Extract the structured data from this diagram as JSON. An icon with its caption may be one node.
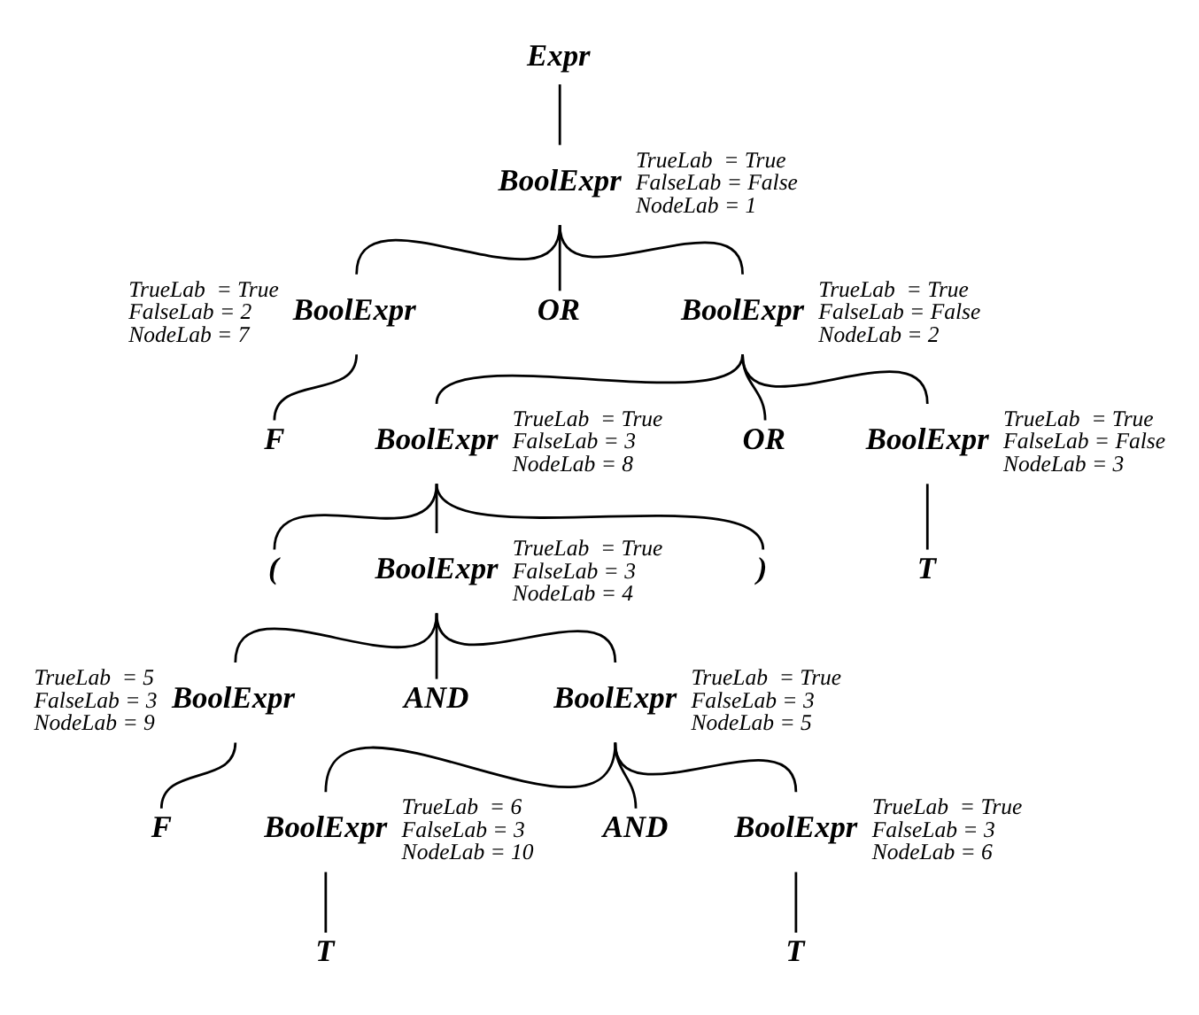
{
  "diagram": {
    "nodes": [
      {
        "text": [
          "Expr"
        ]
      },
      {
        "text": [
          "BoolExpr"
        ],
        "beside": [
          "TrueLab  = True",
          "FalseLab = False",
          "NodeLab = 1"
        ]
      },
      {
        "text": [
          "BoolExpr"
        ],
        "beside": [
          "TrueLab  = True",
          "FalseLab = 2",
          "NodeLab = 7"
        ]
      },
      {
        "text": [
          "OR"
        ]
      },
      {
        "text": [
          "BoolExpr"
        ],
        "beside": [
          "TrueLab  = True",
          "FalseLab = False",
          "NodeLab = 2"
        ]
      },
      {
        "text": [
          "F"
        ]
      },
      {
        "text": [
          "OR"
        ]
      },
      {
        "text": [
          "BoolExpr"
        ],
        "beside": [
          "TrueLab  = True",
          "FalseLab = 3",
          "NodeLab = 8"
        ]
      },
      {
        "text": [
          "BoolExpr"
        ],
        "beside": [
          "TrueLab  = True",
          "FalseLab = False",
          "NodeLab = 3"
        ]
      },
      {
        "text": [
          "("
        ]
      },
      {
        "text": [
          ")"
        ]
      },
      {
        "text": [
          "T"
        ]
      },
      {
        "text": [
          "BoolExpr"
        ],
        "beside": [
          "TrueLab  = True",
          "FalseLab = 3",
          "NodeLab = 4"
        ]
      },
      {
        "text": [
          "AND"
        ]
      },
      {
        "text": [
          "BoolExpr"
        ],
        "beside": [
          "TrueLab  = 5",
          "FalseLab = 3",
          "NodeLab = 9"
        ]
      },
      {
        "text": [
          "BoolExpr"
        ],
        "beside": [
          "TrueLab  = True",
          "FalseLab = 3",
          "NodeLab = 5"
        ]
      },
      {
        "text": [
          "F"
        ]
      },
      {
        "text": [
          "AND"
        ]
      },
      {
        "text": [
          "BoolExpr"
        ],
        "beside": [
          "TrueLab  = 6",
          "FalseLab = 3",
          "NodeLab = 10"
        ]
      },
      {
        "text": [
          "BoolExpr"
        ],
        "beside": [
          "TrueLab  = True",
          "FalseLab = 3",
          "NodeLab = 6"
        ]
      },
      {
        "text": [
          "T"
        ]
      },
      {
        "text": [
          "T"
        ]
      }
    ],
    "edges": [
      {
        "from": 0,
        "to": 1,
        "arrow": "none"
      },
      {
        "from": 1,
        "to": 2,
        "arrow": "none"
      },
      {
        "from": 1,
        "to": 3,
        "arrow": "none"
      },
      {
        "from": 1,
        "to": 4,
        "arrow": "none"
      },
      {
        "from": 2,
        "to": 5,
        "arrow": "none"
      },
      {
        "from": 4,
        "to": 7,
        "arrow": "none"
      },
      {
        "from": 4,
        "to": 6,
        "arrow": "none"
      },
      {
        "from": 4,
        "to": 8,
        "arrow": "none"
      },
      {
        "from": 8,
        "to": 11,
        "arrow": "none"
      },
      {
        "from": 7,
        "to": 9,
        "arrow": "none"
      },
      {
        "from": 7,
        "to": 12,
        "arrow": "none"
      },
      {
        "from": 7,
        "to": 10,
        "arrow": "none"
      },
      {
        "from": 12,
        "to": 14,
        "arrow": "none"
      },
      {
        "from": 12,
        "to": 13,
        "arrow": "none"
      },
      {
        "from": 12,
        "to": 15,
        "arrow": "none"
      },
      {
        "from": 14,
        "to": 16,
        "arrow": "none"
      },
      {
        "from": 15,
        "to": 18,
        "arrow": "none"
      },
      {
        "from": 15,
        "to": 17,
        "arrow": "none"
      },
      {
        "from": 15,
        "to": 19,
        "arrow": "none"
      },
      {
        "from": 18,
        "to": 20,
        "arrow": "none"
      },
      {
        "from": 19,
        "to": 21,
        "arrow": "none"
      }
    ]
  }
}
